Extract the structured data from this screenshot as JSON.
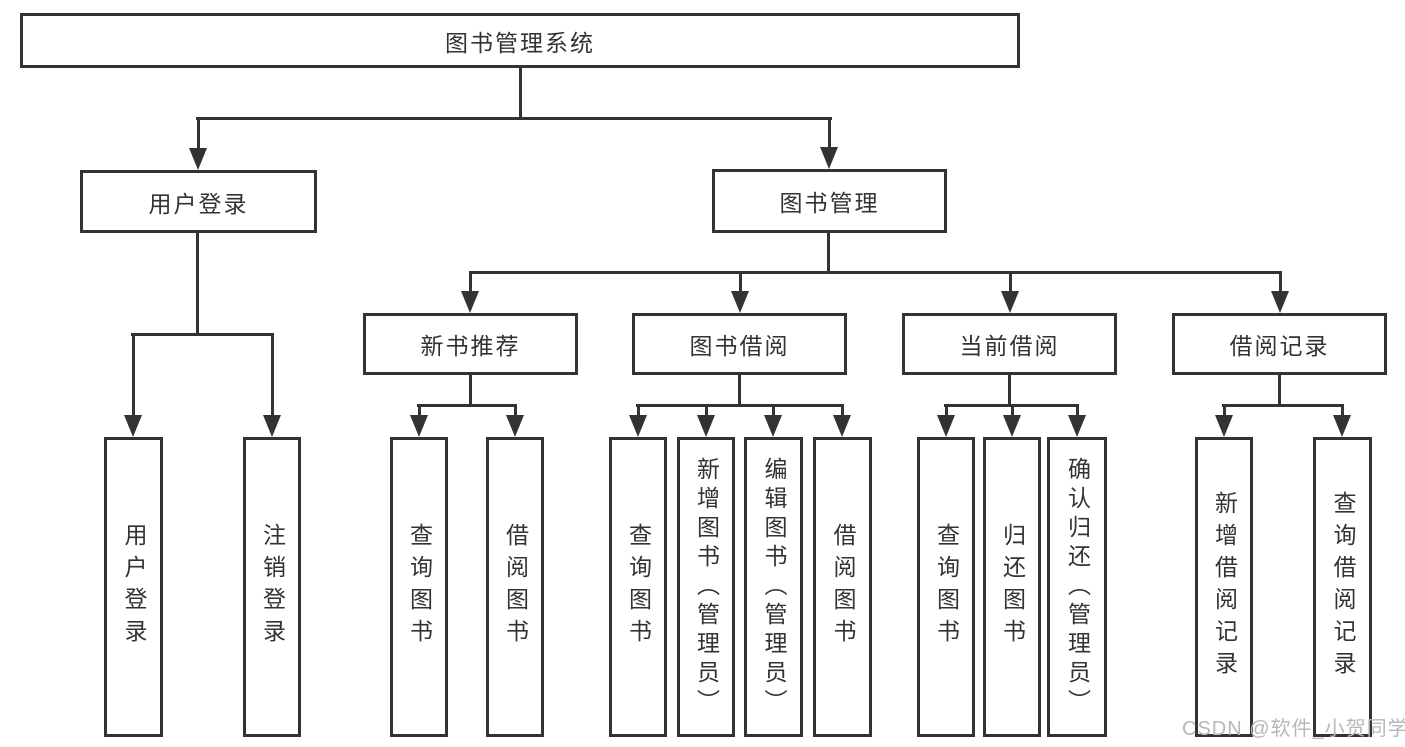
{
  "diagram_type": "functional-structure-tree",
  "tree": {
    "label": "图书管理系统",
    "children": [
      {
        "label": "用户登录",
        "children": [
          {
            "label": "用户登录"
          },
          {
            "label": "注销登录"
          }
        ]
      },
      {
        "label": "图书管理",
        "children": [
          {
            "label": "新书推荐",
            "children": [
              {
                "label": "查询图书"
              },
              {
                "label": "借阅图书"
              }
            ]
          },
          {
            "label": "图书借阅",
            "children": [
              {
                "label": "查询图书"
              },
              {
                "label": "新增图书（管理员）"
              },
              {
                "label": "编辑图书（管理员）"
              },
              {
                "label": "借阅图书"
              }
            ]
          },
          {
            "label": "当前借阅",
            "children": [
              {
                "label": "查询图书"
              },
              {
                "label": "归还图书"
              },
              {
                "label": "确认归还（管理员）"
              }
            ]
          },
          {
            "label": "借阅记录",
            "children": [
              {
                "label": "新增借阅记录"
              },
              {
                "label": "查询借阅记录"
              }
            ]
          }
        ]
      }
    ]
  },
  "watermark": "CSDN @软件_小贺同学",
  "colors": {
    "line": "#333333",
    "box_fill": "#ffffff",
    "text": "#333333",
    "background": "#ffffff",
    "watermark": "#b8b8b8"
  }
}
